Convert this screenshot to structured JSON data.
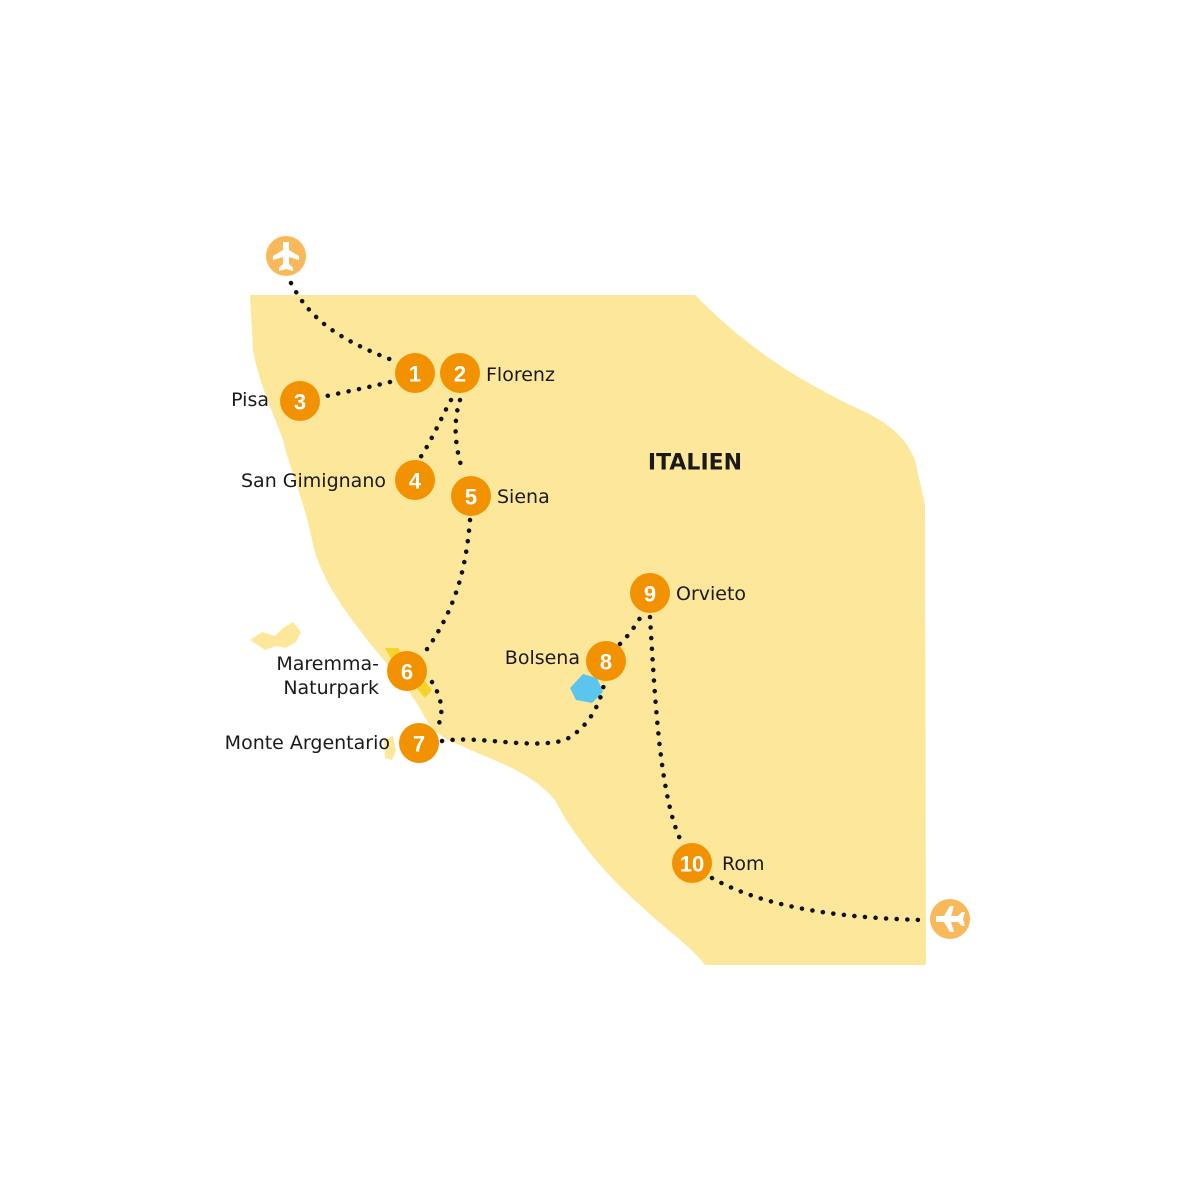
{
  "map": {
    "country_label": "ITALIEN",
    "colors": {
      "land": "#fde79b",
      "marker": "#f39200",
      "marker_text": "#ffffff",
      "airport": "#f9b95a",
      "lake": "#5bc5ee",
      "coast_accent": "#f6d22a",
      "route": "#111111"
    },
    "stops": [
      {
        "number": "1",
        "name": ""
      },
      {
        "number": "2",
        "name": "Florenz"
      },
      {
        "number": "3",
        "name": "Pisa"
      },
      {
        "number": "4",
        "name": "San Gimignano"
      },
      {
        "number": "5",
        "name": "Siena"
      },
      {
        "number": "6",
        "name_lines": [
          "Maremma-",
          "Naturpark"
        ]
      },
      {
        "number": "7",
        "name": "Monte Argentario"
      },
      {
        "number": "8",
        "name": "Bolsena"
      },
      {
        "number": "9",
        "name": "Orvieto"
      },
      {
        "number": "10",
        "name": "Rom"
      }
    ],
    "airports": [
      {
        "role": "arrival",
        "icon": "airplane-icon"
      },
      {
        "role": "departure",
        "icon": "airplane-icon"
      }
    ],
    "lake_icon": "lake-icon"
  }
}
